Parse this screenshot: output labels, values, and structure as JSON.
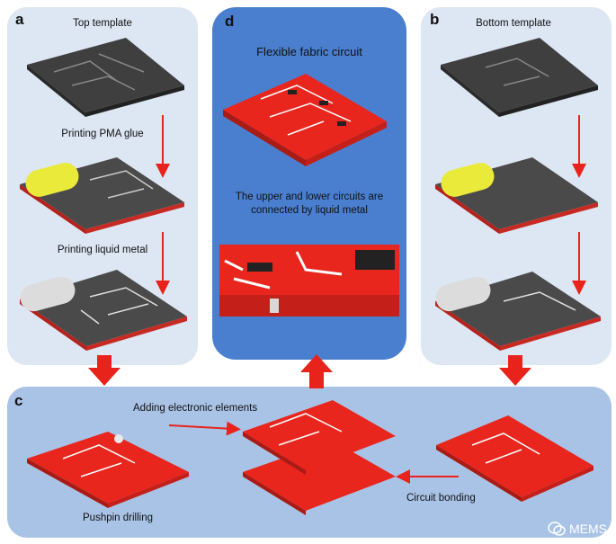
{
  "panels": {
    "a": {
      "letter": "a",
      "top_template": "Top template",
      "step_glue": "Printing PMA glue",
      "step_metal": "Printing liquid metal"
    },
    "b": {
      "letter": "b",
      "bottom_template": "Bottom template"
    },
    "c": {
      "letter": "c",
      "adding_elements": "Adding electronic elements",
      "pushpin": "Pushpin drilling",
      "bonding": "Circuit bonding"
    },
    "d": {
      "letter": "d",
      "title": "Flexible fabric circuit",
      "connected_text": "The upper and lower circuits are connected by liquid metal"
    }
  },
  "watermark": {
    "text": "MEMS",
    "icon": "wechat-icon"
  },
  "colors": {
    "panel_light": "#dde6f3",
    "panel_d": "#4a7fcf",
    "panel_c": "#a9c3e6",
    "arrow_red": "#e8231c",
    "board_red": "#e8261e",
    "template_dark": "#3f3f3f",
    "roller_yellow": "#e9ea3a",
    "roller_white": "#dcdcdc"
  }
}
